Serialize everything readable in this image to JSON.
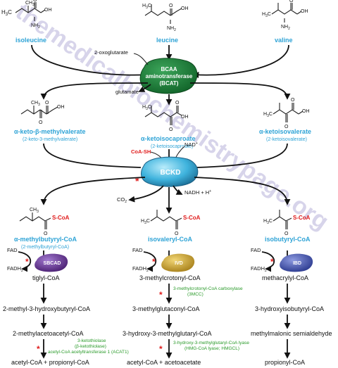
{
  "watermark": "themedicalbiochemistrypage.org",
  "amino_acids": {
    "isoleucine": "isoleucine",
    "leucine": "leucine",
    "valine": "valine"
  },
  "transaminase": {
    "line1": "BCAA",
    "line2": "aminotransferase",
    "line3": "(BCAT)",
    "substrate_in": "2-oxoglutarate",
    "product_out": "glutamate",
    "color": "#1f8a3a"
  },
  "keto_acids": {
    "left": {
      "name": "α-keto-β-methylvalerate",
      "alt": "(2-keto-3-methylvalerate)"
    },
    "middle": {
      "name": "α-ketoisocaproate",
      "alt": "(2-ketoisocaproate)"
    },
    "right": {
      "name": "α-ketoisovalerate",
      "alt": "(2-ketoisovalerate)"
    }
  },
  "bckd": {
    "label": "BCKD",
    "coa": "CoA-SH",
    "nad": "NAD",
    "nad_sup": "+",
    "co2": "CO",
    "co2_sub": "2",
    "nadh": "NADH + H",
    "nadh_sup": "+",
    "color": "#3fb3dd"
  },
  "acyl_coas": {
    "left": {
      "name": "α-methylbutyryl-CoA",
      "alt": "(2-methylbutyryl-CoA)"
    },
    "middle": {
      "name": "isovaleryl-CoA"
    },
    "right": {
      "name": "isobutyryl-CoA"
    }
  },
  "scoa": "S-CoA",
  "dehydrogenases": {
    "left": {
      "label": "SBCAD",
      "color": "#5b2a86"
    },
    "middle": {
      "label": "IVD",
      "color": "#c9a227"
    },
    "right": {
      "label": "IBD",
      "color": "#3a4aa8"
    }
  },
  "fad": {
    "fad": "FAD",
    "fadh": "FADH",
    "fadh_sub": "2"
  },
  "left_path": {
    "step1": "tiglyl-CoA",
    "step2": "2-methyl-3-hydroxybutyryl-CoA",
    "step3": "2-methylacetoacetyl-CoA",
    "enzyme_line1": "3-ketothiolase",
    "enzyme_line2": "(β-ketothiolase)",
    "enzyme_line3": "acetyl-CoA acetyltransferase 1 (ACAT1)",
    "product": "acetyl-CoA  +  propionyl-CoA"
  },
  "middle_path": {
    "step1": "3-methylcrotonyl-CoA",
    "enzyme1_line1": "3-methylcrotonyl-CoA carboxylase",
    "enzyme1_line2": "(3MCC)",
    "step2": "3-methylglutaconyl-CoA",
    "step3": "3-hydroxy-3-methylglutaryl-CoA",
    "enzyme2_line1": "3-hydroxy-3-methylglutaryl-CoA lyase",
    "enzyme2_line2": "(HMG-CoA lyase; HMGCL)",
    "product": "acetyl-CoA  +  acetoacetate"
  },
  "right_path": {
    "step1": "methacrylyl-CoA",
    "step2": "3-hydroxyisobutyryl-CoA",
    "step3": "methylmalonic semialdehyde",
    "product": "propionyl-CoA"
  },
  "atoms": {
    "h3c": "H",
    "h3c_sub": "3",
    "c": "C",
    "ch3": "CH",
    "ch3_sub": "3",
    "oh": "OH",
    "o": "O",
    "nh2": "NH",
    "nh2_sub": "2"
  },
  "deficiency_marker": "*"
}
